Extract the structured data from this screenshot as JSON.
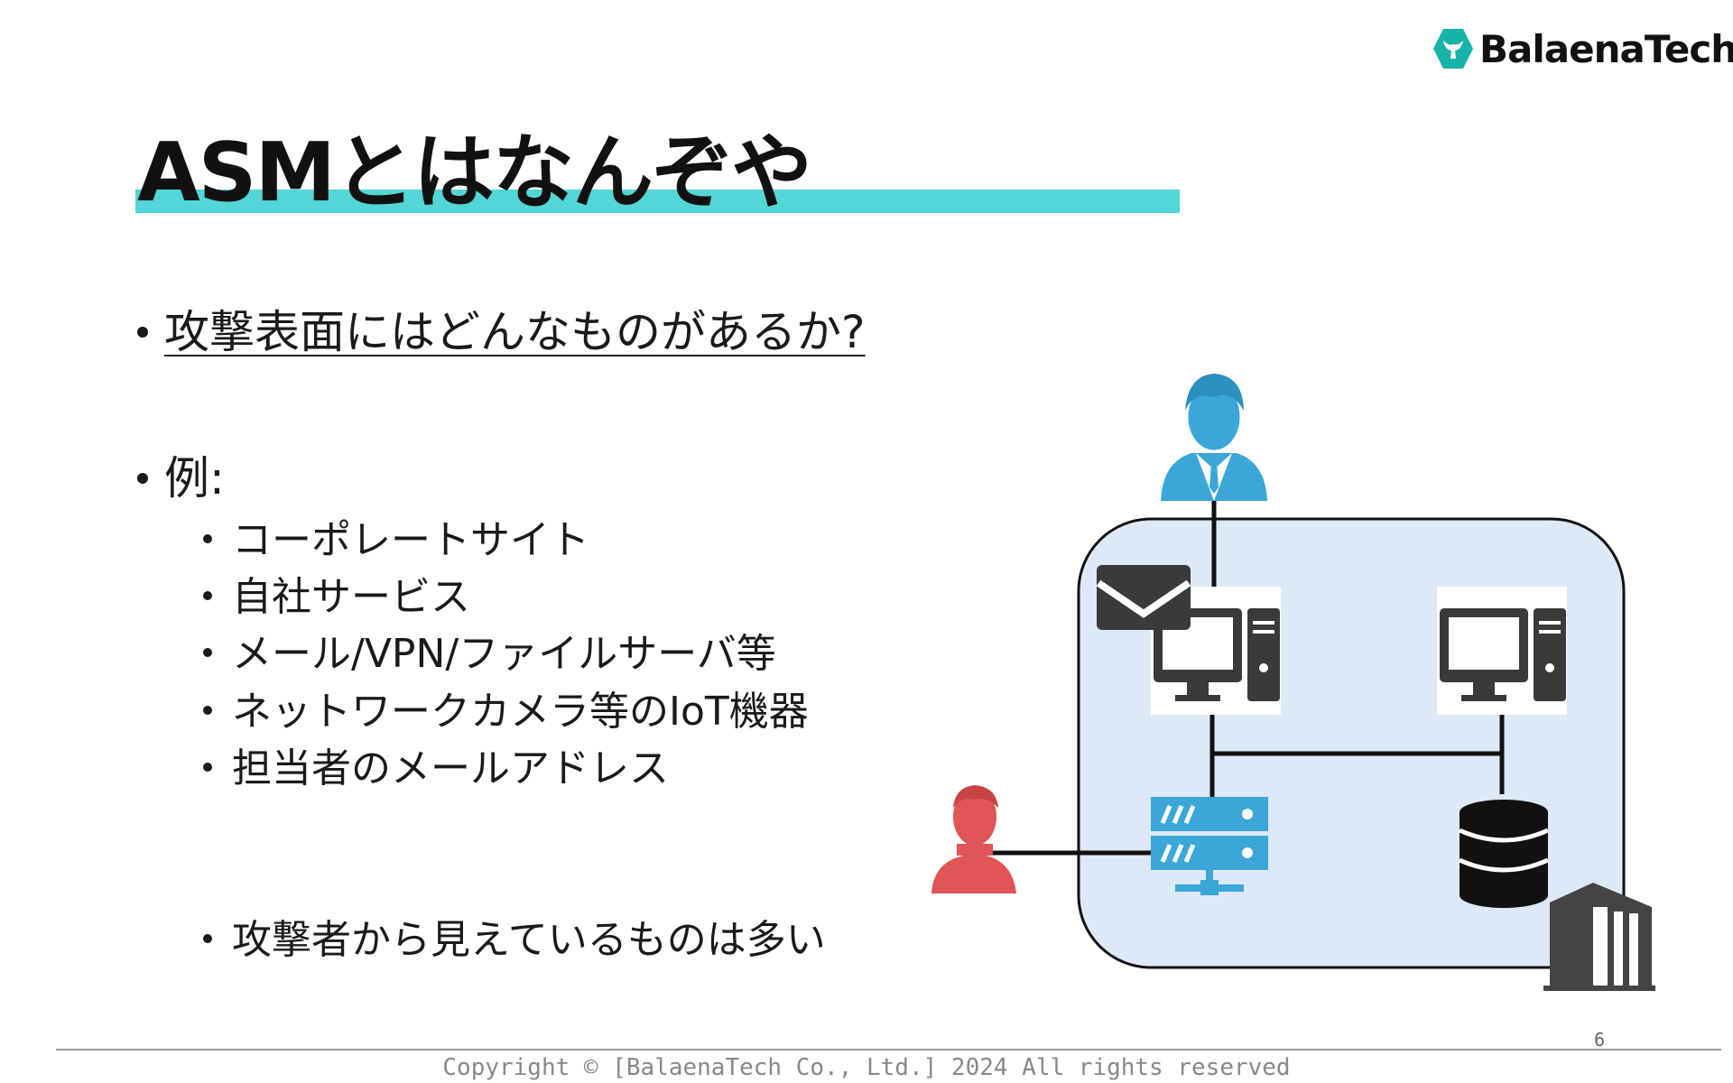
{
  "brand": {
    "name": "BalaenaTech",
    "color": "#17b3a8",
    "icon": "whale-tail-icon"
  },
  "slide": {
    "title": "ASMとはなんぞや",
    "accent_color": "#52d6d6",
    "question": "攻撃表面にはどんなものがあるか?",
    "examples_label": "例:",
    "examples": [
      "コーポレートサイト",
      "自社サービス",
      "メール/VPN/ファイルサーバ等",
      "ネットワークカメラ等のIoT機器",
      "担当者のメールアドレス"
    ],
    "conclusion": "攻撃者から見えているものは多い"
  },
  "diagram": {
    "icons": [
      "user-icon",
      "mail-icon",
      "computer-icon",
      "server-icon",
      "database-icon",
      "building-icon",
      "attacker-icon"
    ],
    "colors": {
      "user": "#3aa7d8",
      "attacker": "#e05555",
      "network_bg": "#dde9f7",
      "server": "#3aa7d8",
      "dark": "#3a3a3a"
    }
  },
  "footer": {
    "page_number": "6",
    "copyright": "Copyright © [BalaenaTech Co., Ltd.] 2024 All rights reserved"
  }
}
